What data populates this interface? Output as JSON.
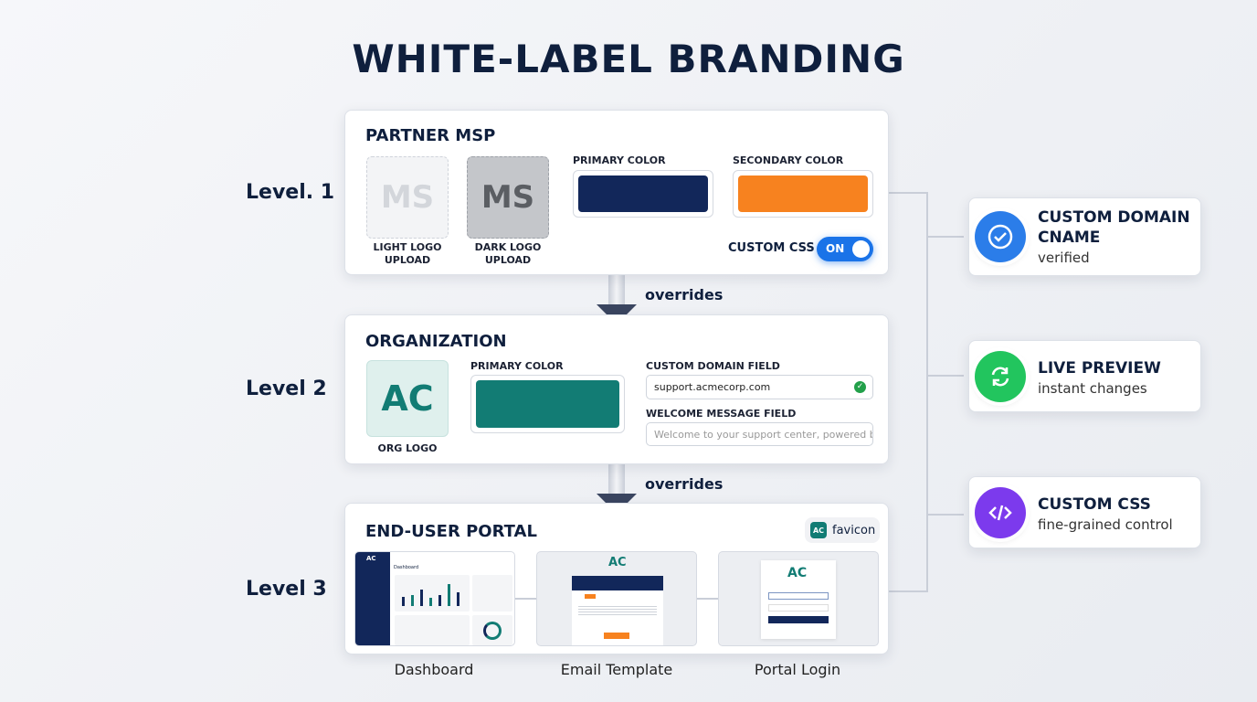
{
  "title": "WHITE-LABEL BRANDING",
  "levels": [
    "Level. 1",
    "Level 2",
    "Level 3"
  ],
  "overrides_label": "overrides",
  "partner": {
    "title": "PARTNER MSP",
    "light_logo": "LIGHT LOGO UPLOAD",
    "dark_logo": "DARK LOGO UPLOAD",
    "primary_label": "PRIMARY COLOR",
    "primary_color": "#12275a",
    "secondary_label": "SECONDARY COLOR",
    "secondary_color": "#f7821f",
    "custom_css_label": "CUSTOM CSS",
    "toggle": "ON",
    "toggle_on": true
  },
  "organization": {
    "title": "ORGANIZATION",
    "logo_label": "ORG LOGO",
    "primary_label": "PRIMARY COLOR",
    "primary_color": "#127c74",
    "domain_label": "CUSTOM DOMAIN FIELD",
    "domain_value": "support.acmecorp.com",
    "welcome_label": "WELCOME MESSAGE FIELD",
    "welcome_placeholder": "Welcome to your support center, powered by..."
  },
  "portal": {
    "title": "END-USER PORTAL",
    "favicon": "favicon",
    "dashboard_heading": "Dashboard",
    "captions": [
      "Dashboard",
      "Email Template",
      "Portal Login"
    ]
  },
  "features": [
    {
      "title": "CUSTOM DOMAIN CNAME",
      "subtitle": "verified",
      "icon": "check-circle-icon",
      "color": "#2b7de9"
    },
    {
      "title": "LIVE PREVIEW",
      "subtitle": "instant changes",
      "icon": "refresh-icon",
      "color": "#22c55e"
    },
    {
      "title": "CUSTOM CSS",
      "subtitle": "fine-grained control",
      "icon": "code-icon",
      "color": "#7c3aed"
    }
  ]
}
